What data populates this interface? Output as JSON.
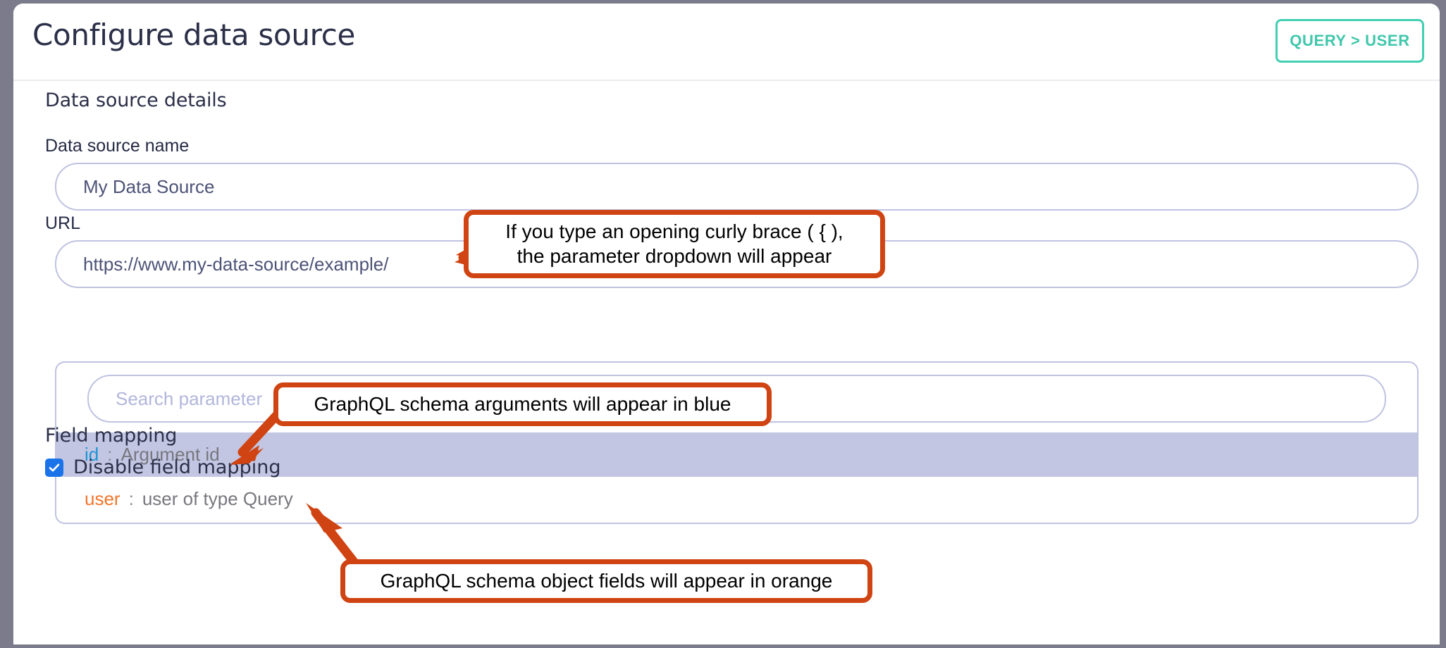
{
  "header": {
    "title": "Configure data source",
    "query_button_label": "QUERY > USER"
  },
  "sections": {
    "data_source_details": "Data source details",
    "field_mapping": "Field mapping"
  },
  "fields": {
    "data_source_name": {
      "label": "Data source name",
      "value": "My Data Source"
    },
    "url": {
      "label": "URL",
      "value": "https://www.my-data-source/example/"
    },
    "search_parameter": {
      "placeholder": "Search parameter",
      "value": ""
    }
  },
  "parameter_dropdown": {
    "options": [
      {
        "name": "id",
        "separator": ":",
        "description": "Argument id",
        "kind": "argument",
        "color": "#1c95d4",
        "selected": true
      },
      {
        "name": "user",
        "separator": ":",
        "description": "user of type Query",
        "kind": "object-field",
        "color": "#f2762a",
        "selected": false
      }
    ]
  },
  "field_mapping": {
    "checkbox_label": "Disable field mapping",
    "checked": true
  },
  "callouts": [
    {
      "id": "callout-curly-brace",
      "line1": "If you type an opening curly brace ( { ),",
      "line2": "the parameter dropdown will appear"
    },
    {
      "id": "callout-arguments-blue",
      "line1": "GraphQL schema arguments will appear in blue",
      "line2": ""
    },
    {
      "id": "callout-fields-orange",
      "line1": "GraphQL schema object fields will appear in orange",
      "line2": ""
    }
  ],
  "colors": {
    "accent_teal": "#43cfb2",
    "callout_orange": "#cf4412",
    "argument_blue": "#1c95d4",
    "field_orange": "#f2762a",
    "highlight_lavender": "#c3c6e3",
    "input_border": "#bfc3e0",
    "checkbox_blue": "#1a73e8",
    "title_navy": "#2b2f48"
  }
}
